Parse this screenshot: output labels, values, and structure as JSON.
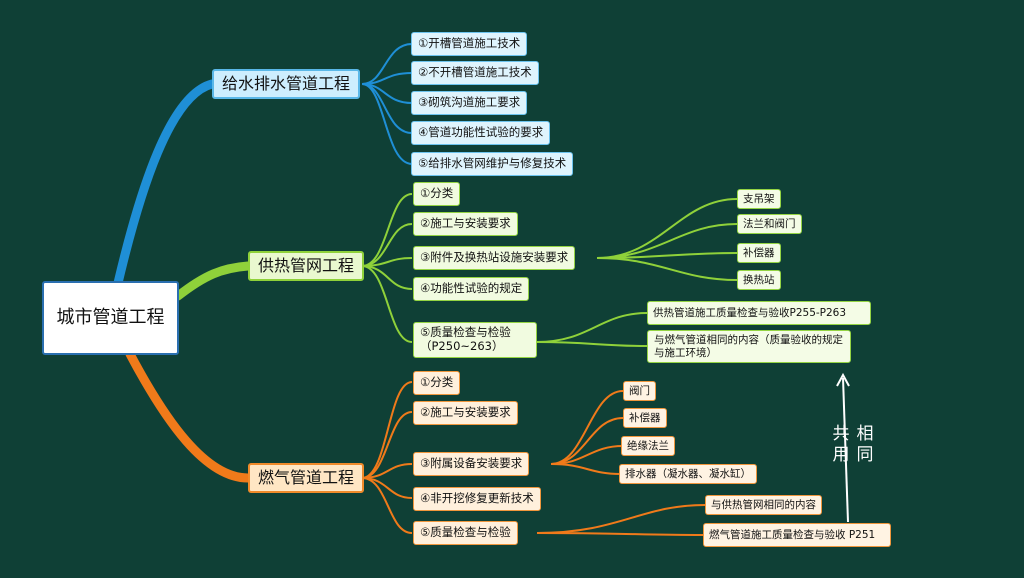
{
  "root": {
    "label": "城市管道工程"
  },
  "branches": [
    {
      "label": "给水排水管道工程",
      "items": [
        {
          "label": "①开槽管道施工技术"
        },
        {
          "label": "②不开槽管道施工技术"
        },
        {
          "label": "③砌筑沟道施工要求"
        },
        {
          "label": "④管道功能性试验的要求"
        },
        {
          "label": "⑤给排水管网维护与修复技术"
        }
      ]
    },
    {
      "label": "供热管网工程",
      "items": [
        {
          "label": "①分类"
        },
        {
          "label": "②施工与安装要求"
        },
        {
          "label": "③附件及换热站设施安装要求",
          "subs": [
            "支吊架",
            "法兰和阀门",
            "补偿器",
            "换热站"
          ]
        },
        {
          "label": "④功能性试验的规定"
        },
        {
          "label": "⑤质量检查与检验（P250~263）",
          "subs": [
            "供热管道施工质量检查与验收P255-P263",
            "与燃气管道相同的内容（质量验收的规定与施工环境）"
          ]
        }
      ]
    },
    {
      "label": "燃气管道工程",
      "items": [
        {
          "label": "①分类"
        },
        {
          "label": "②施工与安装要求"
        },
        {
          "label": "③附属设备安装要求",
          "subs": [
            "阀门",
            "补偿器",
            "绝缘法兰",
            "排水器（凝水器、凝水缸）"
          ]
        },
        {
          "label": "④非开挖修复更新技术"
        },
        {
          "label": "⑤质量检查与检验",
          "subs": [
            "与供热管网相同的内容",
            "燃气管道施工质量检查与验收 P251"
          ]
        }
      ]
    }
  ],
  "annotation": {
    "col1": "共用",
    "col2": "相同"
  },
  "colors": {
    "background": "#0f4036",
    "blue": "#1f8fd6",
    "green": "#8fd13a",
    "orange": "#f07a1a"
  }
}
